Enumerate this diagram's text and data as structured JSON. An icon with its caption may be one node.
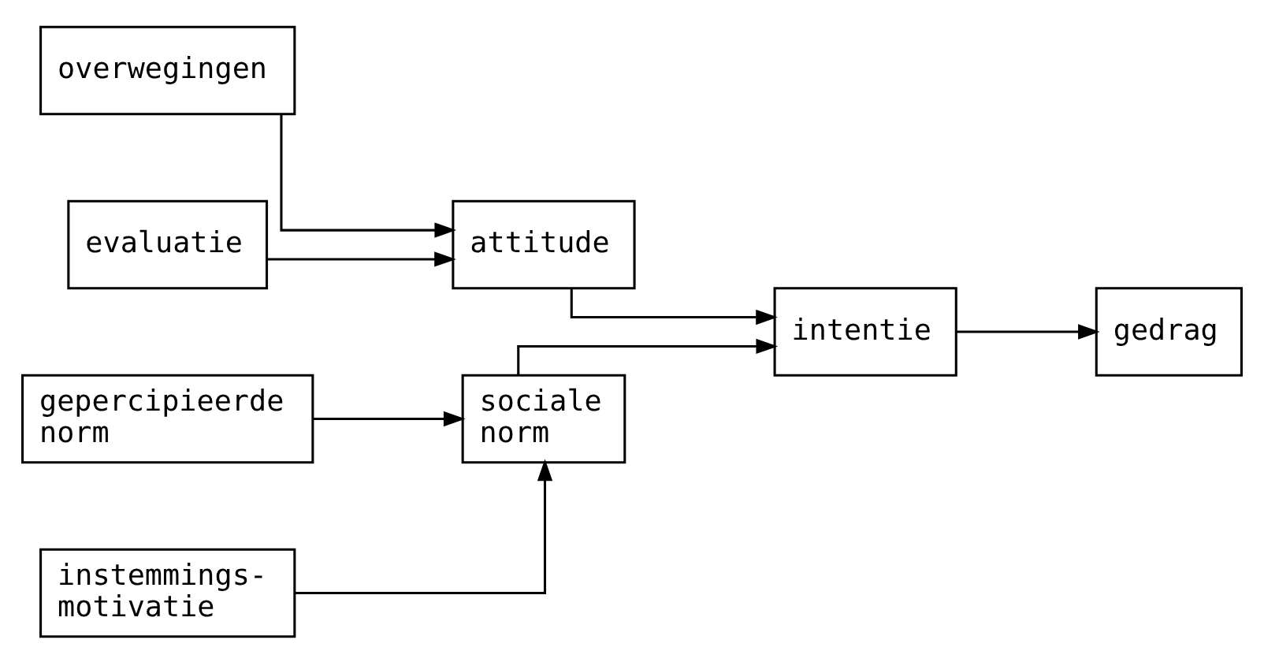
{
  "diagram": {
    "nodes": [
      {
        "text": [
          "overwegingen"
        ]
      },
      {
        "text": [
          "evaluatie"
        ]
      },
      {
        "text": [
          "attitude"
        ]
      },
      {
        "text": [
          "gepercipieerde norm"
        ]
      },
      {
        "text": [
          "instemmings- motivatie"
        ]
      },
      {
        "text": [
          "sociale norm"
        ]
      },
      {
        "text": [
          "intentie"
        ]
      },
      {
        "text": [
          "gedrag"
        ]
      }
    ],
    "edges": [
      {
        "from": 0,
        "to": 2,
        "arrow": "to"
      },
      {
        "from": 1,
        "to": 2,
        "arrow": "to"
      },
      {
        "from": 3,
        "to": 5,
        "arrow": "to"
      },
      {
        "from": 4,
        "to": 5,
        "arrow": "to"
      },
      {
        "from": 2,
        "to": 6,
        "arrow": "to"
      },
      {
        "from": 5,
        "to": 6,
        "arrow": "to"
      },
      {
        "from": 6,
        "to": 7,
        "arrow": "to"
      }
    ]
  }
}
